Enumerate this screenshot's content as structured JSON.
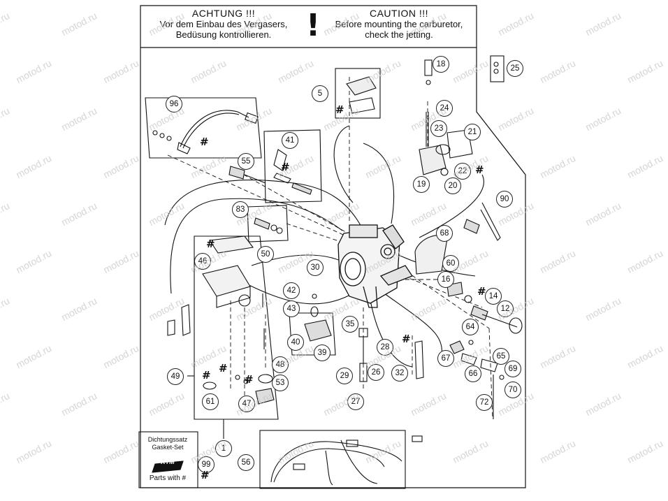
{
  "warning": {
    "de_title": "ACHTUNG !!!",
    "de_line1": "Vor dem Einbau des Vergasers,",
    "de_line2": "Bedüsung kontrollieren.",
    "exclamation": "!",
    "en_title": "CAUTION !!!",
    "en_line1": "Before mounting the carburetor,",
    "en_line2": "check the jetting."
  },
  "gasket_set": {
    "line1": "Dichtungssatz",
    "line2": "Gasket-Set",
    "brand": "KTM",
    "parts_with": "Parts with #"
  },
  "watermark": "motod.ru",
  "hash_symbol": "#",
  "callouts": [
    "1",
    "5",
    "12",
    "14",
    "16",
    "18",
    "19",
    "20",
    "21",
    "22",
    "23",
    "24",
    "25",
    "26",
    "27",
    "28",
    "29",
    "30",
    "32",
    "35",
    "39",
    "40",
    "41",
    "42",
    "43",
    "46",
    "47",
    "48",
    "49",
    "50",
    "53",
    "55",
    "56",
    "60",
    "61",
    "64",
    "65",
    "66",
    "67",
    "68",
    "69",
    "70",
    "72",
    "83",
    "90",
    "96",
    "99"
  ]
}
